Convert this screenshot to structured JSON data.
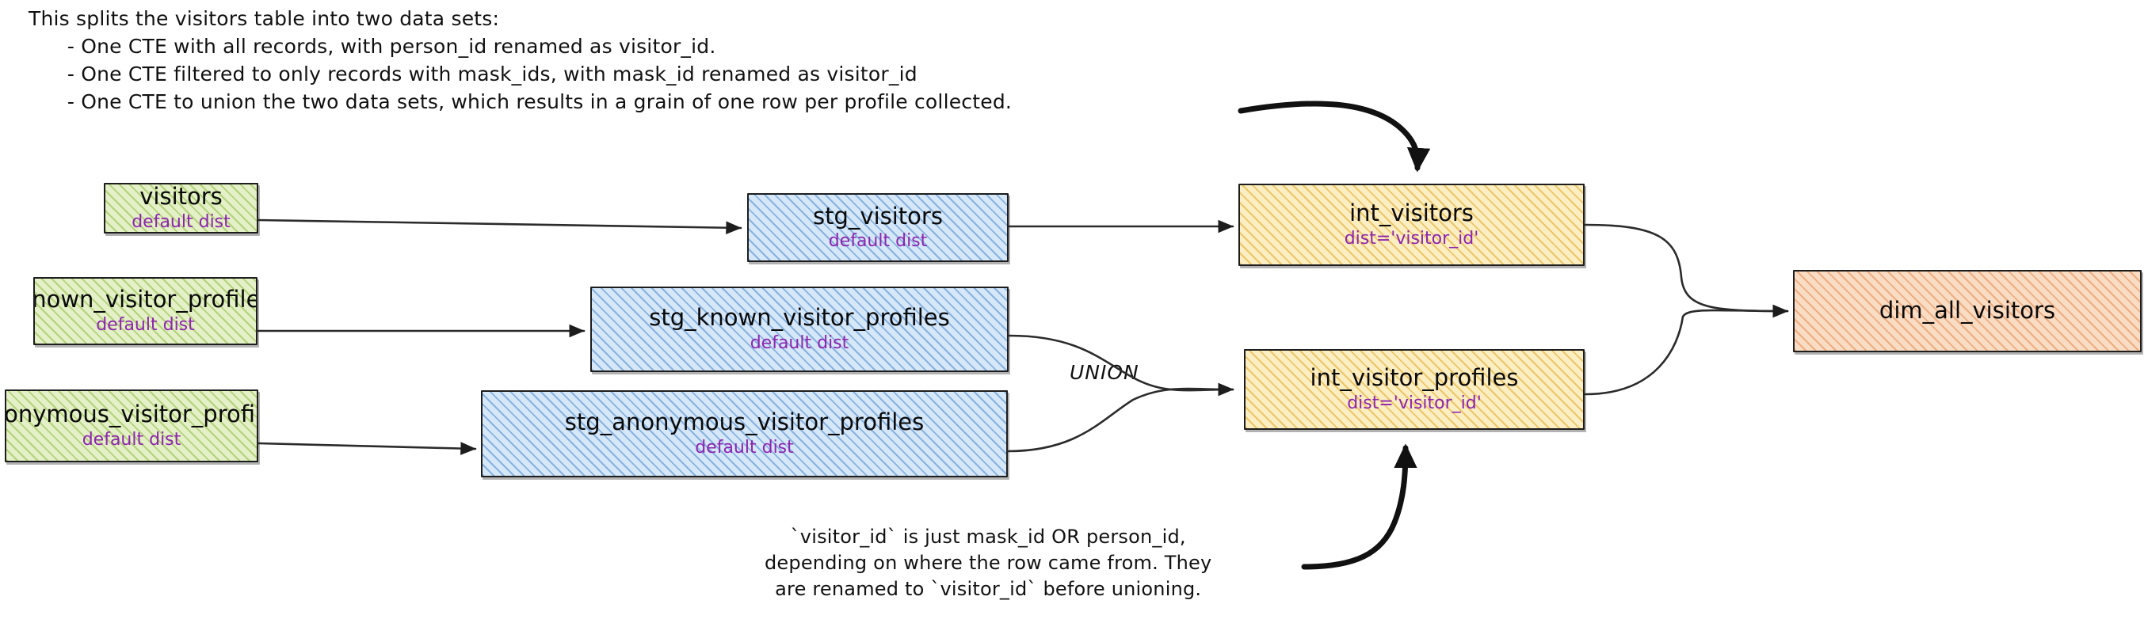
{
  "notes": {
    "top": "This splits the visitors table into two data sets:\n      - One CTE with all records, with person_id renamed as visitor_id.\n      - One CTE filtered to only records with mask_ids, with mask_id renamed as visitor_id\n      - One CTE to union the two data sets, which results in a grain of one row per profile collected.",
    "bottom": "`visitor_id` is just mask_id OR person_id,\ndepending on where the row came from. They\nare renamed to `visitor_id` before unioning.",
    "union_label": "UNION"
  },
  "colors": {
    "source_green": "#e4f0c8",
    "staging_blue": "#d6e7f8",
    "intermediate_orange": "#fbeec3",
    "mart_salmon": "#f9dcc4",
    "dist_text": "#8e24b0",
    "stroke": "#1d1d1d"
  },
  "nodes": [
    {
      "id": "visitors",
      "title": "visitors",
      "sub": "default dist",
      "layer": "source"
    },
    {
      "id": "known_visitor_profiles",
      "title": "known_visitor_profiles",
      "sub": "default dist",
      "layer": "source"
    },
    {
      "id": "anonymous_visitor_profiles",
      "title": "anonymous_visitor_profiles",
      "sub": "default dist",
      "layer": "source"
    },
    {
      "id": "stg_visitors",
      "title": "stg_visitors",
      "sub": "default dist",
      "layer": "staging"
    },
    {
      "id": "stg_known_visitor_profiles",
      "title": "stg_known_visitor_profiles",
      "sub": "default dist",
      "layer": "staging"
    },
    {
      "id": "stg_anonymous_visitor_profiles",
      "title": "stg_anonymous_visitor_profiles",
      "sub": "default dist",
      "layer": "staging"
    },
    {
      "id": "int_visitors",
      "title": "int_visitors",
      "sub": "dist='visitor_id'",
      "layer": "intermediate"
    },
    {
      "id": "int_visitor_profiles",
      "title": "int_visitor_profiles",
      "sub": "dist='visitor_id'",
      "layer": "intermediate"
    },
    {
      "id": "dim_all_visitors",
      "title": "dim_all_visitors",
      "sub": "",
      "layer": "mart"
    }
  ],
  "edges": [
    {
      "from": "visitors",
      "to": "stg_visitors"
    },
    {
      "from": "known_visitor_profiles",
      "to": "stg_known_visitor_profiles"
    },
    {
      "from": "anonymous_visitor_profiles",
      "to": "stg_anonymous_visitor_profiles"
    },
    {
      "from": "stg_visitors",
      "to": "int_visitors"
    },
    {
      "from": "stg_known_visitor_profiles",
      "to": "int_visitor_profiles",
      "label": "UNION"
    },
    {
      "from": "stg_anonymous_visitor_profiles",
      "to": "int_visitor_profiles",
      "label": "UNION"
    },
    {
      "from": "int_visitors",
      "to": "dim_all_visitors"
    },
    {
      "from": "int_visitor_profiles",
      "to": "dim_all_visitors"
    },
    {
      "from": "note-top",
      "to": "int_visitors",
      "style": "annotation"
    },
    {
      "from": "note-bottom",
      "to": "int_visitor_profiles",
      "style": "annotation"
    }
  ]
}
